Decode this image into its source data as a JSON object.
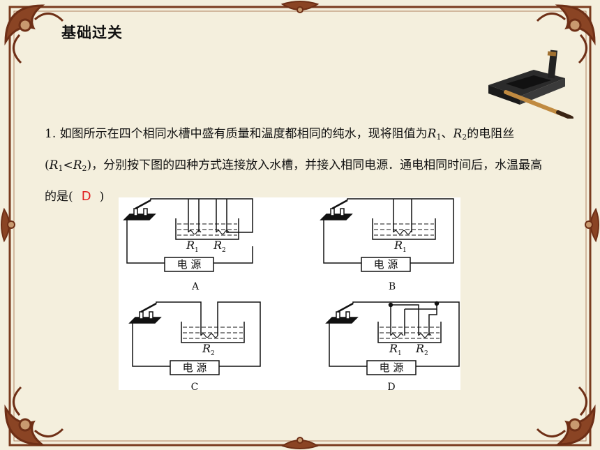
{
  "heading": "基础过关",
  "question": {
    "number": "1.",
    "seg1": "如图所示在四个相同水槽中盛有质量和温度都相同的纯水，现将阻值为",
    "R1": "R",
    "R1_sub": "1",
    "sep1": "、",
    "R2": "R",
    "R2_sub": "2",
    "seg2": "的电阻丝(",
    "cmp_R1": "R",
    "cmp_R1_sub": "1",
    "lt": "<",
    "cmp_R2": "R",
    "cmp_R2_sub": "2",
    "seg3": ")，分别按下图的四种方式连接放入水槽，并接入相同电源．通电相同时间后，水温最高的是(",
    "answer": "D",
    "close": ")"
  },
  "circuits": [
    {
      "letter": "A",
      "source_label": "电 源",
      "resistors": [
        "R1",
        "R2"
      ],
      "r_letters": [
        "R",
        "R"
      ],
      "r_subs": [
        "1",
        "2"
      ]
    },
    {
      "letter": "B",
      "source_label": "电 源",
      "resistors": [
        "R1"
      ],
      "r_letters": [
        "R"
      ],
      "r_subs": [
        "1"
      ]
    },
    {
      "letter": "C",
      "source_label": "电 源",
      "resistors": [
        "R2"
      ],
      "r_letters": [
        "R"
      ],
      "r_subs": [
        "2"
      ]
    },
    {
      "letter": "D",
      "source_label": "电 源",
      "resistors": [
        "R1",
        "R2"
      ],
      "r_letters": [
        "R",
        "R"
      ],
      "r_subs": [
        "1",
        "2"
      ]
    }
  ],
  "colors": {
    "background": "#f4efdd",
    "frame": "#7a3b1e",
    "answer": "#e02020",
    "text": "#111111"
  }
}
